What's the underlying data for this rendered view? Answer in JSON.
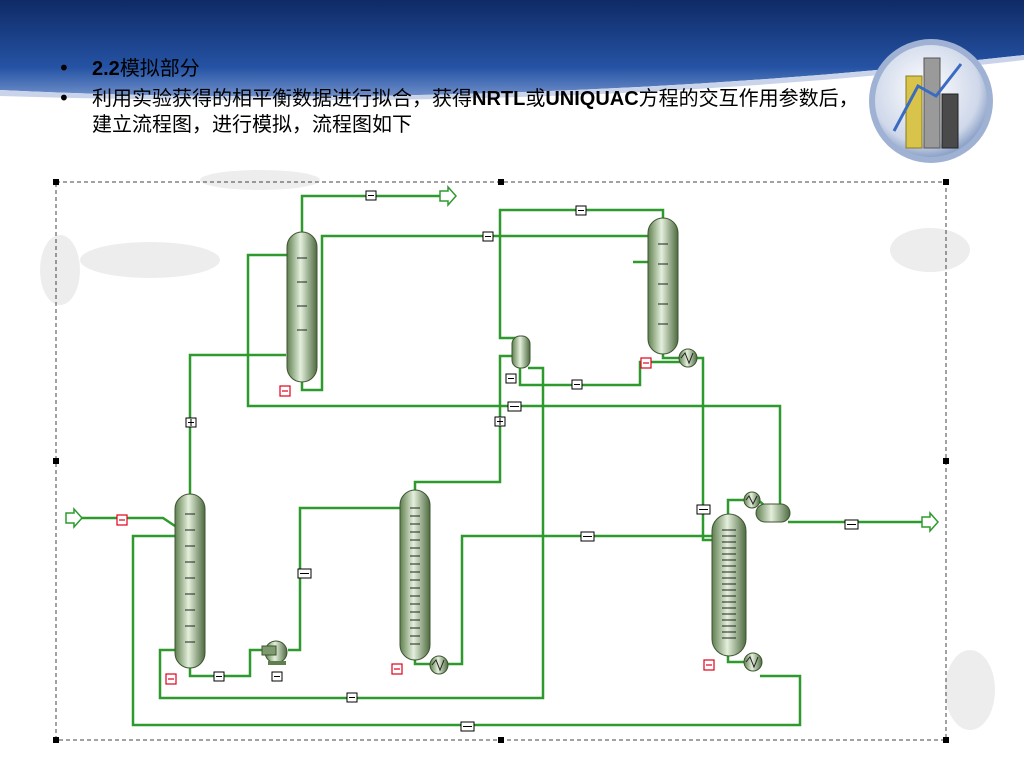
{
  "slide": {
    "bullets": [
      {
        "parts": [
          {
            "text": "2.2",
            "bold": true
          },
          {
            "text": "模拟部分",
            "bold": false
          }
        ]
      },
      {
        "parts": [
          {
            "text": "利用实验获得的相平衡数据进行拟合，获得",
            "bold": false
          },
          {
            "text": "NRTL",
            "bold": true
          },
          {
            "text": "或",
            "bold": false
          },
          {
            "text": "UNIQUAC",
            "bold": true
          },
          {
            "text": "方程的交互作用参数后，建立流程图，进行模拟，流程图如下",
            "bold": false
          }
        ]
      }
    ],
    "bullet_symbol": "•"
  },
  "colors": {
    "banner": "#1b3f86",
    "stream": "#2e9a2e",
    "column_dark": "#5f7f4f",
    "column_light": "#e4efdc",
    "error_flag": "#e0001a"
  }
}
